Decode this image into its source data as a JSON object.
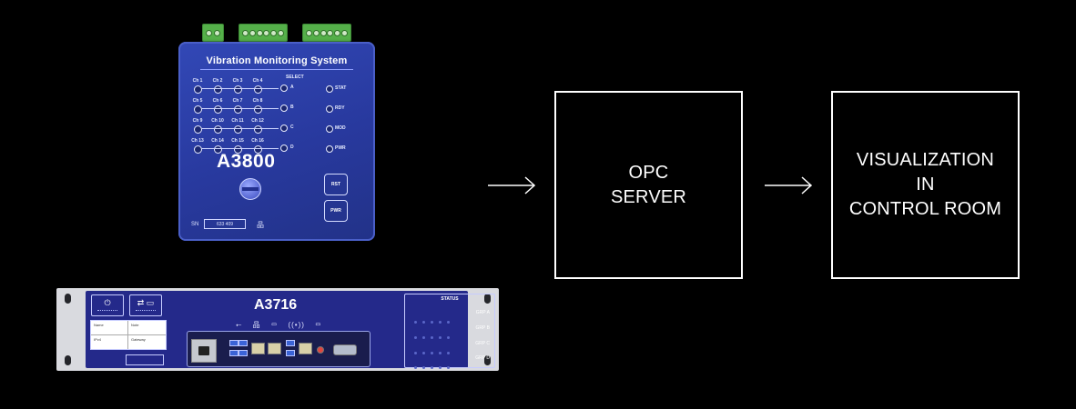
{
  "a3800": {
    "title": "Vibration Monitoring System",
    "model": "A3800",
    "select_label": "SELECT",
    "channels": [
      [
        "Ch 1",
        "Ch 2",
        "Ch 3",
        "Ch 4"
      ],
      [
        "Ch 5",
        "Ch 6",
        "Ch 7",
        "Ch 8"
      ],
      [
        "Ch 9",
        "Ch 10",
        "Ch 11",
        "Ch 12"
      ],
      [
        "Ch 13",
        "Ch 14",
        "Ch 15",
        "Ch 16"
      ]
    ],
    "select_letters": [
      "A",
      "B",
      "C",
      "D"
    ],
    "status_labels": [
      "STAT",
      "RDY",
      "MOD",
      "PWR"
    ],
    "button_rst": "RST",
    "button_pwr": "PWR",
    "sn_label": "SN",
    "sn_value": "633 409",
    "network_icon": "network-icon"
  },
  "a3716": {
    "model": "A3716",
    "status_title": "STATUS",
    "groups": [
      "GRP A",
      "GRP B",
      "GRP C",
      "GRP D"
    ],
    "info_labels": [
      "Name",
      "Note",
      "IPv4",
      "Gateway"
    ],
    "icons": "⭠ 品 ▭ ((•)) ▭"
  },
  "diagram": {
    "box1": "OPC\nSERVER",
    "box2": "VISUALIZATION\nIN\nCONTROL ROOM"
  },
  "colors": {
    "background": "#000000",
    "device_blue": "#2b3ca8",
    "terminal_green": "#55b04a",
    "rack_panel": "#24298a",
    "line": "#ffffff"
  }
}
